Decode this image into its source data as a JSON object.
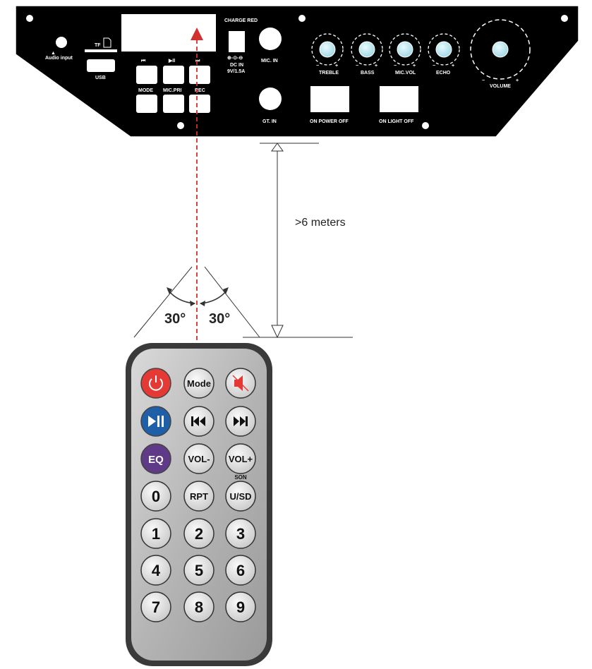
{
  "panel": {
    "audio_input": "Audio input",
    "tf": "TF",
    "usb": "USB",
    "charge": "CHARGE RED",
    "dc_in": "DC IN",
    "dc_rating": "9V/1.5A",
    "dc_symbol": "⊕-⊙-⊖",
    "mic_in": "MIC. IN",
    "gt_in": "GT. IN",
    "buttons_top": [
      "⏮",
      "▶II",
      "⏭"
    ],
    "buttons_labels": [
      "MODE",
      "MIC.PRI",
      "REC"
    ],
    "knobs": [
      "TREBLE",
      "BASS",
      "MIC.VOL",
      "ECHO"
    ],
    "volume": "VOLUME",
    "minus": "−",
    "plus": "+",
    "power_switch": "ON  POWER OFF",
    "light_switch": "ON   LIGHT  OFF"
  },
  "diagram": {
    "distance": ">6 meters",
    "angle_left": "30°",
    "angle_right": "30°"
  },
  "remote": {
    "row1": [
      "power-icon",
      "Mode",
      "mute-icon"
    ],
    "row2": [
      "play-pause-icon",
      "prev-icon",
      "next-icon"
    ],
    "row3": [
      "EQ",
      "VOL-",
      "VOL+"
    ],
    "son": "SON",
    "row4": [
      "0",
      "RPT",
      "U/SD"
    ],
    "row5": [
      "1",
      "2",
      "3"
    ],
    "row6": [
      "4",
      "5",
      "6"
    ],
    "row7": [
      "7",
      "8",
      "9"
    ]
  },
  "colors": {
    "panel": "#000000",
    "laser": "#d32f2f",
    "power_button": "#e53935",
    "play_button": "#1e5fa8",
    "eq_button": "#5e3a87",
    "remote_body": "#b8b8b8"
  }
}
